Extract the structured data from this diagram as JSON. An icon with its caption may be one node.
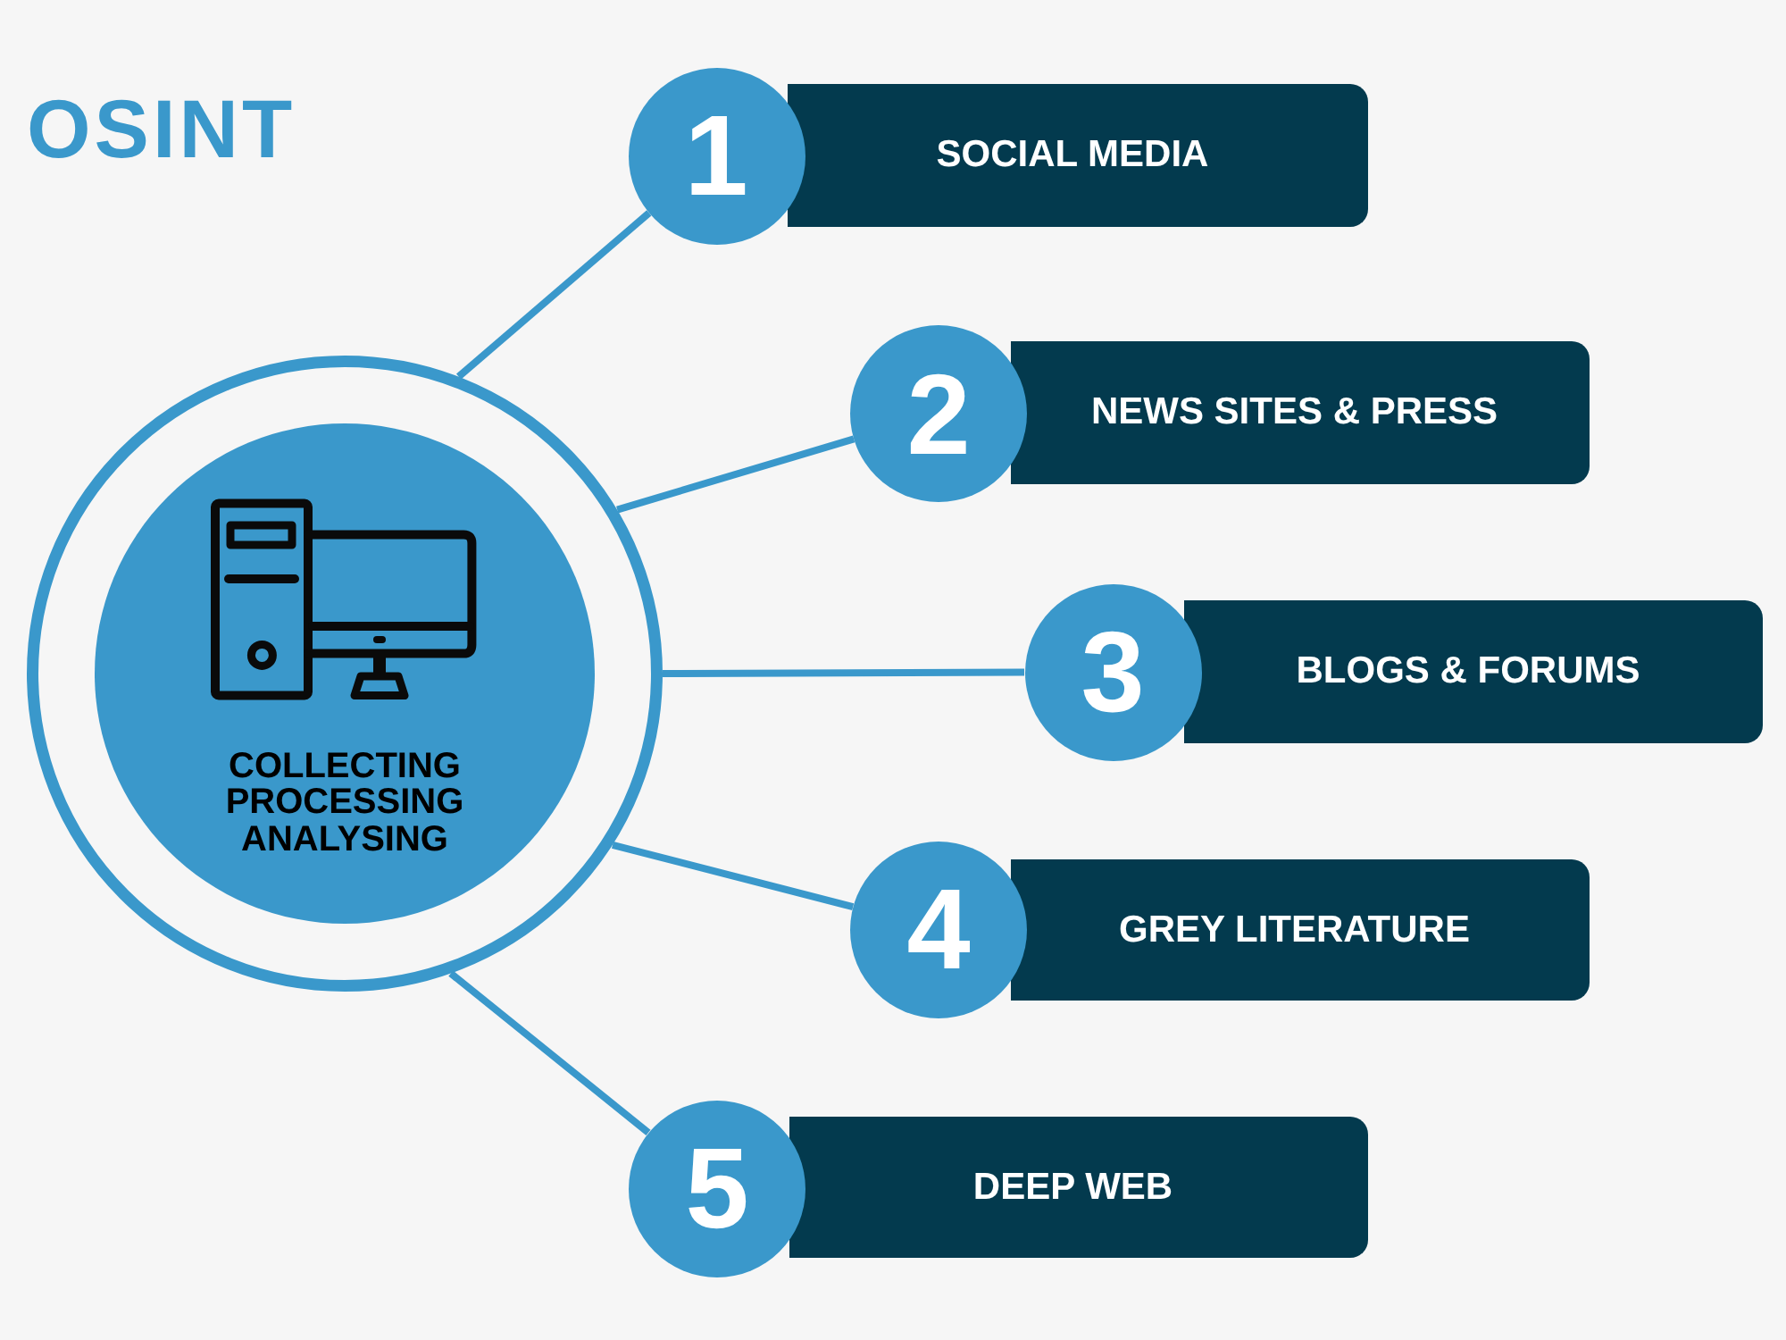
{
  "diagram": {
    "title": "OSINT",
    "nodes": [
      {
        "text": [
          "COLLECTING PROCESSING ANALYSING"
        ]
      },
      {
        "text": [
          "1"
        ]
      },
      {
        "text": [
          "SOCIAL MEDIA"
        ]
      },
      {
        "text": [
          "2"
        ]
      },
      {
        "text": [
          "NEWS SITES & PRESS"
        ]
      },
      {
        "text": [
          "3"
        ]
      },
      {
        "text": [
          "BLOGS & FORUMS"
        ]
      },
      {
        "text": [
          "4"
        ]
      },
      {
        "text": [
          "GREY LITERATURE"
        ]
      },
      {
        "text": [
          "5"
        ]
      },
      {
        "text": [
          "DEEP WEB"
        ]
      }
    ],
    "edges": [
      {
        "from": 0,
        "to": 1,
        "arrow": "none"
      },
      {
        "from": 0,
        "to": 3,
        "arrow": "none"
      },
      {
        "from": 0,
        "to": 5,
        "arrow": "none"
      },
      {
        "from": 0,
        "to": 7,
        "arrow": "none"
      },
      {
        "from": 0,
        "to": 9,
        "arrow": "none"
      }
    ]
  }
}
